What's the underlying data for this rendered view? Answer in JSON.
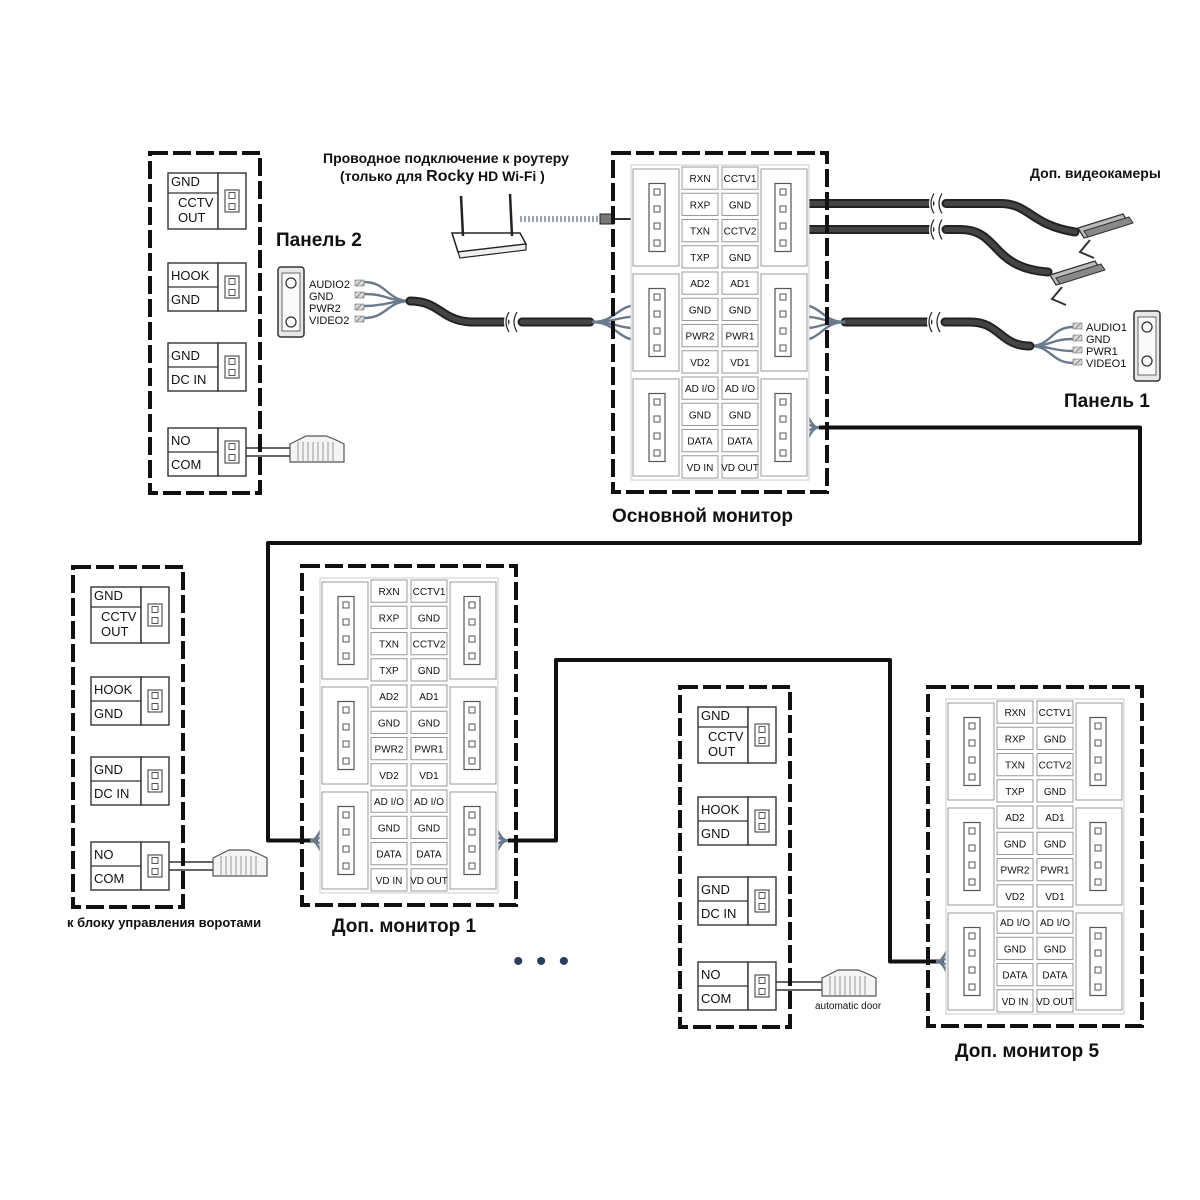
{
  "titles": {
    "main_monitor": "Основной монитор",
    "monitor1": "Доп. монитор 1",
    "monitor5": "Доп. монитор 5",
    "panel1": "Панель 1",
    "panel2": "Панель 2",
    "extra_cameras": "Доп. видеокамеры",
    "router_note_line1": "Проводное подключение к роутеру",
    "router_note_line2_prefix": "(только для ",
    "router_note_brand": "Rocky",
    "router_note_line2_suffix": " HD Wi-Fi )",
    "gate_note": "к блоку управления воротами",
    "door_note": "automatic door",
    "ellipsis": "• • •"
  },
  "relay_block": {
    "cctv": [
      "GND",
      "CCTV",
      "OUT"
    ],
    "hook": [
      "HOOK",
      "GND"
    ],
    "dc": [
      "GND",
      "DC IN"
    ],
    "lock": [
      "NO",
      "COM"
    ]
  },
  "monitor_pins": {
    "left": [
      "RXN",
      "RXP",
      "TXN",
      "TXP",
      "AD2",
      "GND",
      "PWR2",
      "VD2",
      "AD I/O",
      "GND",
      "DATA",
      "VD IN"
    ],
    "right": [
      "CCTV1",
      "GND",
      "CCTV2",
      "GND",
      "AD1",
      "GND",
      "PWR1",
      "VD1",
      "AD I/O",
      "GND",
      "DATA",
      "VD OUT"
    ]
  },
  "panel2_wires": [
    "AUDIO2",
    "GND",
    "PWR2",
    "VIDEO2"
  ],
  "panel1_wires": [
    "AUDIO1",
    "GND",
    "PWR1",
    "VIDEO1"
  ]
}
